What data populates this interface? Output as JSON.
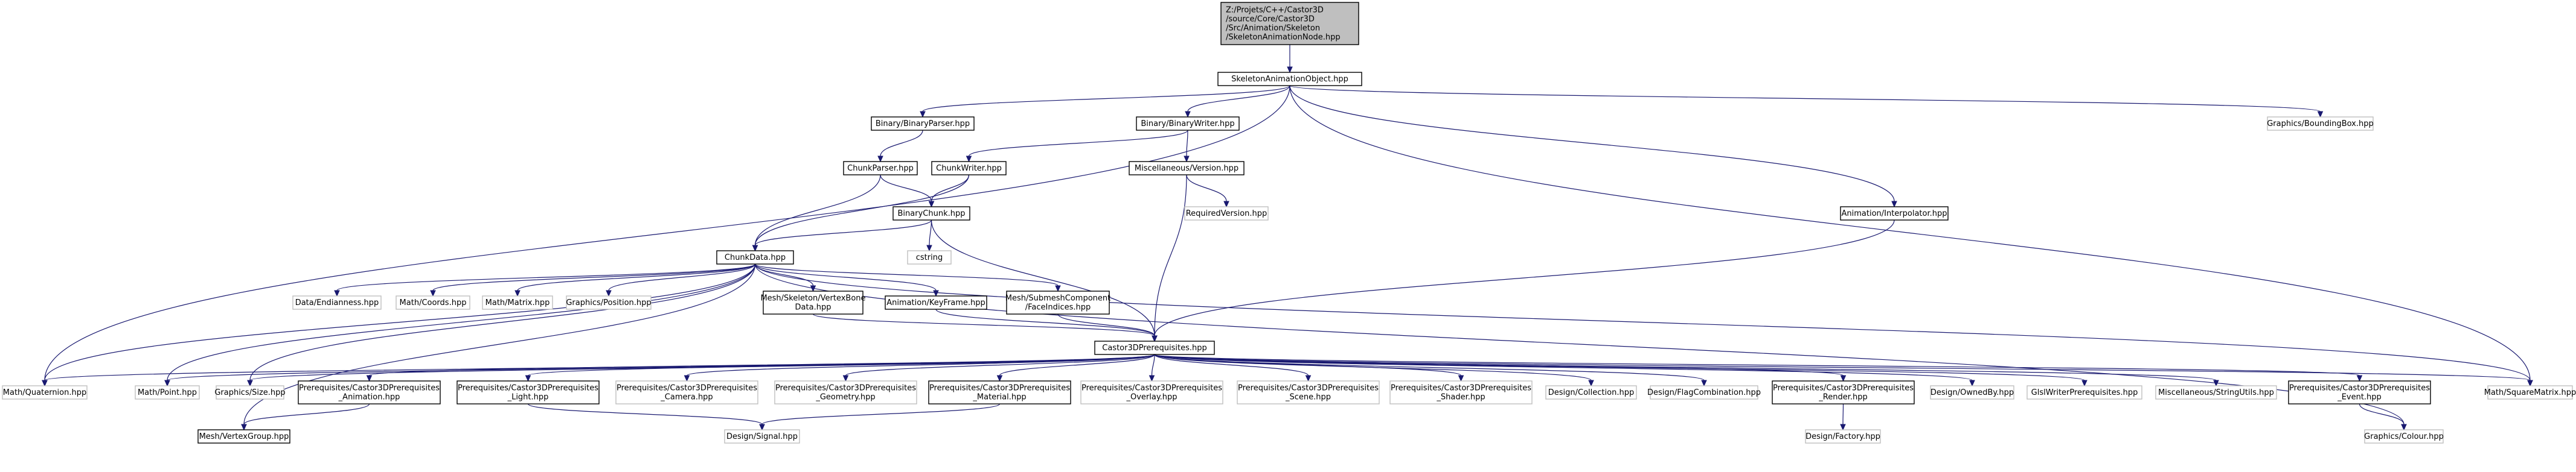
{
  "graph": {
    "colors": {
      "edge": "#191970",
      "node_border": "#000000",
      "external_border": "#bfbfbf",
      "root_fill": "#bfbfbf"
    },
    "nodes": [
      {
        "id": "root",
        "lines": [
          "Z:/Projets/C++/Castor3D",
          "/source/Core/Castor3D",
          "/Src/Animation/Skeleton",
          "/SkeletonAnimationNode.hpp"
        ],
        "kind": "root"
      },
      {
        "id": "sao",
        "lines": [
          "SkeletonAnimationObject.hpp"
        ],
        "kind": "main"
      },
      {
        "id": "bparser",
        "lines": [
          "Binary/BinaryParser.hpp"
        ],
        "kind": "main"
      },
      {
        "id": "bwriter",
        "lines": [
          "Binary/BinaryWriter.hpp"
        ],
        "kind": "main"
      },
      {
        "id": "gbbox",
        "lines": [
          "Graphics/BoundingBox.hpp"
        ],
        "kind": "ext"
      },
      {
        "id": "cparser",
        "lines": [
          "ChunkParser.hpp"
        ],
        "kind": "main"
      },
      {
        "id": "cwriter",
        "lines": [
          "ChunkWriter.hpp"
        ],
        "kind": "main"
      },
      {
        "id": "mversion",
        "lines": [
          "Miscellaneous/Version.hpp"
        ],
        "kind": "main"
      },
      {
        "id": "reqver",
        "lines": [
          "RequiredVersion.hpp"
        ],
        "kind": "ext"
      },
      {
        "id": "bchunk",
        "lines": [
          "BinaryChunk.hpp"
        ],
        "kind": "main"
      },
      {
        "id": "cstring",
        "lines": [
          "cstring"
        ],
        "kind": "ext"
      },
      {
        "id": "ainterp",
        "lines": [
          "Animation/Interpolator.hpp"
        ],
        "kind": "main"
      },
      {
        "id": "cdata",
        "lines": [
          "ChunkData.hpp"
        ],
        "kind": "main"
      },
      {
        "id": "dendian",
        "lines": [
          "Data/Endianness.hpp"
        ],
        "kind": "ext"
      },
      {
        "id": "mcoords",
        "lines": [
          "Math/Coords.hpp"
        ],
        "kind": "ext"
      },
      {
        "id": "mmatrix",
        "lines": [
          "Math/Matrix.hpp"
        ],
        "kind": "ext"
      },
      {
        "id": "gpos",
        "lines": [
          "Graphics/Position.hpp"
        ],
        "kind": "ext"
      },
      {
        "id": "vbone",
        "lines": [
          "Mesh/Skeleton/VertexBone",
          "Data.hpp"
        ],
        "kind": "main"
      },
      {
        "id": "akey",
        "lines": [
          "Animation/KeyFrame.hpp"
        ],
        "kind": "main"
      },
      {
        "id": "fidx",
        "lines": [
          "Mesh/SubmeshComponent",
          "/FaceIndices.hpp"
        ],
        "kind": "main"
      },
      {
        "id": "c3dp",
        "lines": [
          "Castor3DPrerequisites.hpp"
        ],
        "kind": "main"
      },
      {
        "id": "mquat",
        "lines": [
          "Math/Quaternion.hpp"
        ],
        "kind": "ext"
      },
      {
        "id": "mpoint",
        "lines": [
          "Math/Point.hpp"
        ],
        "kind": "ext"
      },
      {
        "id": "gsize",
        "lines": [
          "Graphics/Size.hpp"
        ],
        "kind": "ext"
      },
      {
        "id": "panim",
        "lines": [
          "Prerequisites/Castor3DPrerequisites",
          "_Animation.hpp"
        ],
        "kind": "main"
      },
      {
        "id": "plight",
        "lines": [
          "Prerequisites/Castor3DPrerequisites",
          "_Light.hpp"
        ],
        "kind": "main"
      },
      {
        "id": "pcam",
        "lines": [
          "Prerequisites/Castor3DPrerequisites",
          "_Camera.hpp"
        ],
        "kind": "ext"
      },
      {
        "id": "pgeo",
        "lines": [
          "Prerequisites/Castor3DPrerequisites",
          "_Geometry.hpp"
        ],
        "kind": "ext"
      },
      {
        "id": "pmat",
        "lines": [
          "Prerequisites/Castor3DPrerequisites",
          "_Material.hpp"
        ],
        "kind": "main"
      },
      {
        "id": "povl",
        "lines": [
          "Prerequisites/Castor3DPrerequisites",
          "_Overlay.hpp"
        ],
        "kind": "ext"
      },
      {
        "id": "pscene",
        "lines": [
          "Prerequisites/Castor3DPrerequisites",
          "_Scene.hpp"
        ],
        "kind": "ext"
      },
      {
        "id": "pshader",
        "lines": [
          "Prerequisites/Castor3DPrerequisites",
          "_Shader.hpp"
        ],
        "kind": "ext"
      },
      {
        "id": "dcoll",
        "lines": [
          "Design/Collection.hpp"
        ],
        "kind": "ext"
      },
      {
        "id": "dflag",
        "lines": [
          "Design/FlagCombination.hpp"
        ],
        "kind": "ext"
      },
      {
        "id": "prender",
        "lines": [
          "Prerequisites/Castor3DPrerequisites",
          "_Render.hpp"
        ],
        "kind": "main"
      },
      {
        "id": "downed",
        "lines": [
          "Design/OwnedBy.hpp"
        ],
        "kind": "ext"
      },
      {
        "id": "glslw",
        "lines": [
          "GlslWriterPrerequisites.hpp"
        ],
        "kind": "ext"
      },
      {
        "id": "mstr",
        "lines": [
          "Miscellaneous/StringUtils.hpp"
        ],
        "kind": "ext"
      },
      {
        "id": "pevent",
        "lines": [
          "Prerequisites/Castor3DPrerequisites",
          "_Event.hpp"
        ],
        "kind": "main"
      },
      {
        "id": "msqm",
        "lines": [
          "Math/SquareMatrix.hpp"
        ],
        "kind": "ext"
      },
      {
        "id": "mvg",
        "lines": [
          "Mesh/VertexGroup.hpp"
        ],
        "kind": "main"
      },
      {
        "id": "dsignal",
        "lines": [
          "Design/Signal.hpp"
        ],
        "kind": "ext"
      },
      {
        "id": "dfactory",
        "lines": [
          "Design/Factory.hpp"
        ],
        "kind": "ext"
      },
      {
        "id": "gcolour",
        "lines": [
          "Graphics/Colour.hpp"
        ],
        "kind": "ext"
      }
    ]
  }
}
